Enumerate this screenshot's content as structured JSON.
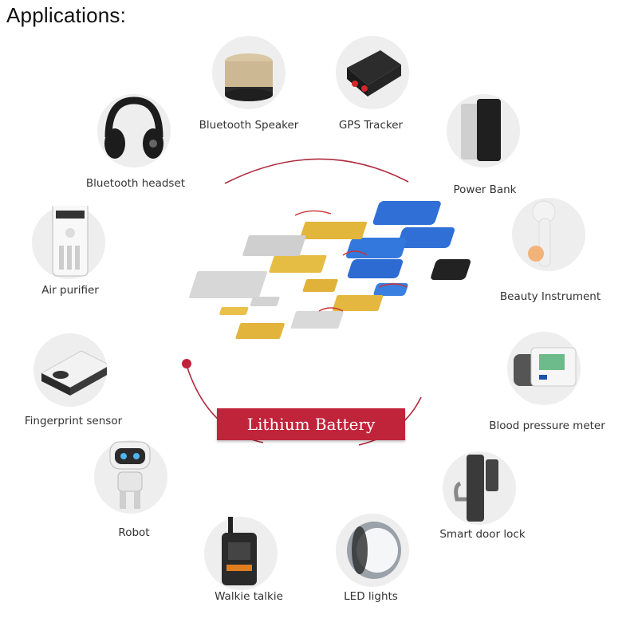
{
  "title": "Applications:",
  "banner": {
    "label": "Lithium Battery",
    "color": "#c0243a"
  },
  "accent_color": "#c0243a",
  "items": [
    {
      "key": "speaker",
      "label": "Bluetooth Speaker",
      "icon": "bluetooth-speaker-icon"
    },
    {
      "key": "gps",
      "label": "GPS Tracker",
      "icon": "gps-tracker-icon"
    },
    {
      "key": "powerbank",
      "label": "Power Bank",
      "icon": "power-bank-icon"
    },
    {
      "key": "beauty",
      "label": "Beauty Instrument",
      "icon": "beauty-instrument-icon"
    },
    {
      "key": "bp",
      "label": "Blood pressure meter",
      "icon": "blood-pressure-meter-icon"
    },
    {
      "key": "doorlock",
      "label": "Smart door lock",
      "icon": "smart-door-lock-icon"
    },
    {
      "key": "led",
      "label": "LED lights",
      "icon": "led-light-icon"
    },
    {
      "key": "walkie",
      "label": "Walkie talkie",
      "icon": "walkie-talkie-icon"
    },
    {
      "key": "robot",
      "label": "Robot",
      "icon": "robot-icon"
    },
    {
      "key": "finger",
      "label": "Fingerprint sensor",
      "icon": "fingerprint-sensor-icon"
    },
    {
      "key": "purifier",
      "label": "Air purifier",
      "icon": "air-purifier-icon"
    },
    {
      "key": "headset",
      "label": "Bluetooth headset",
      "icon": "headphones-icon"
    }
  ]
}
